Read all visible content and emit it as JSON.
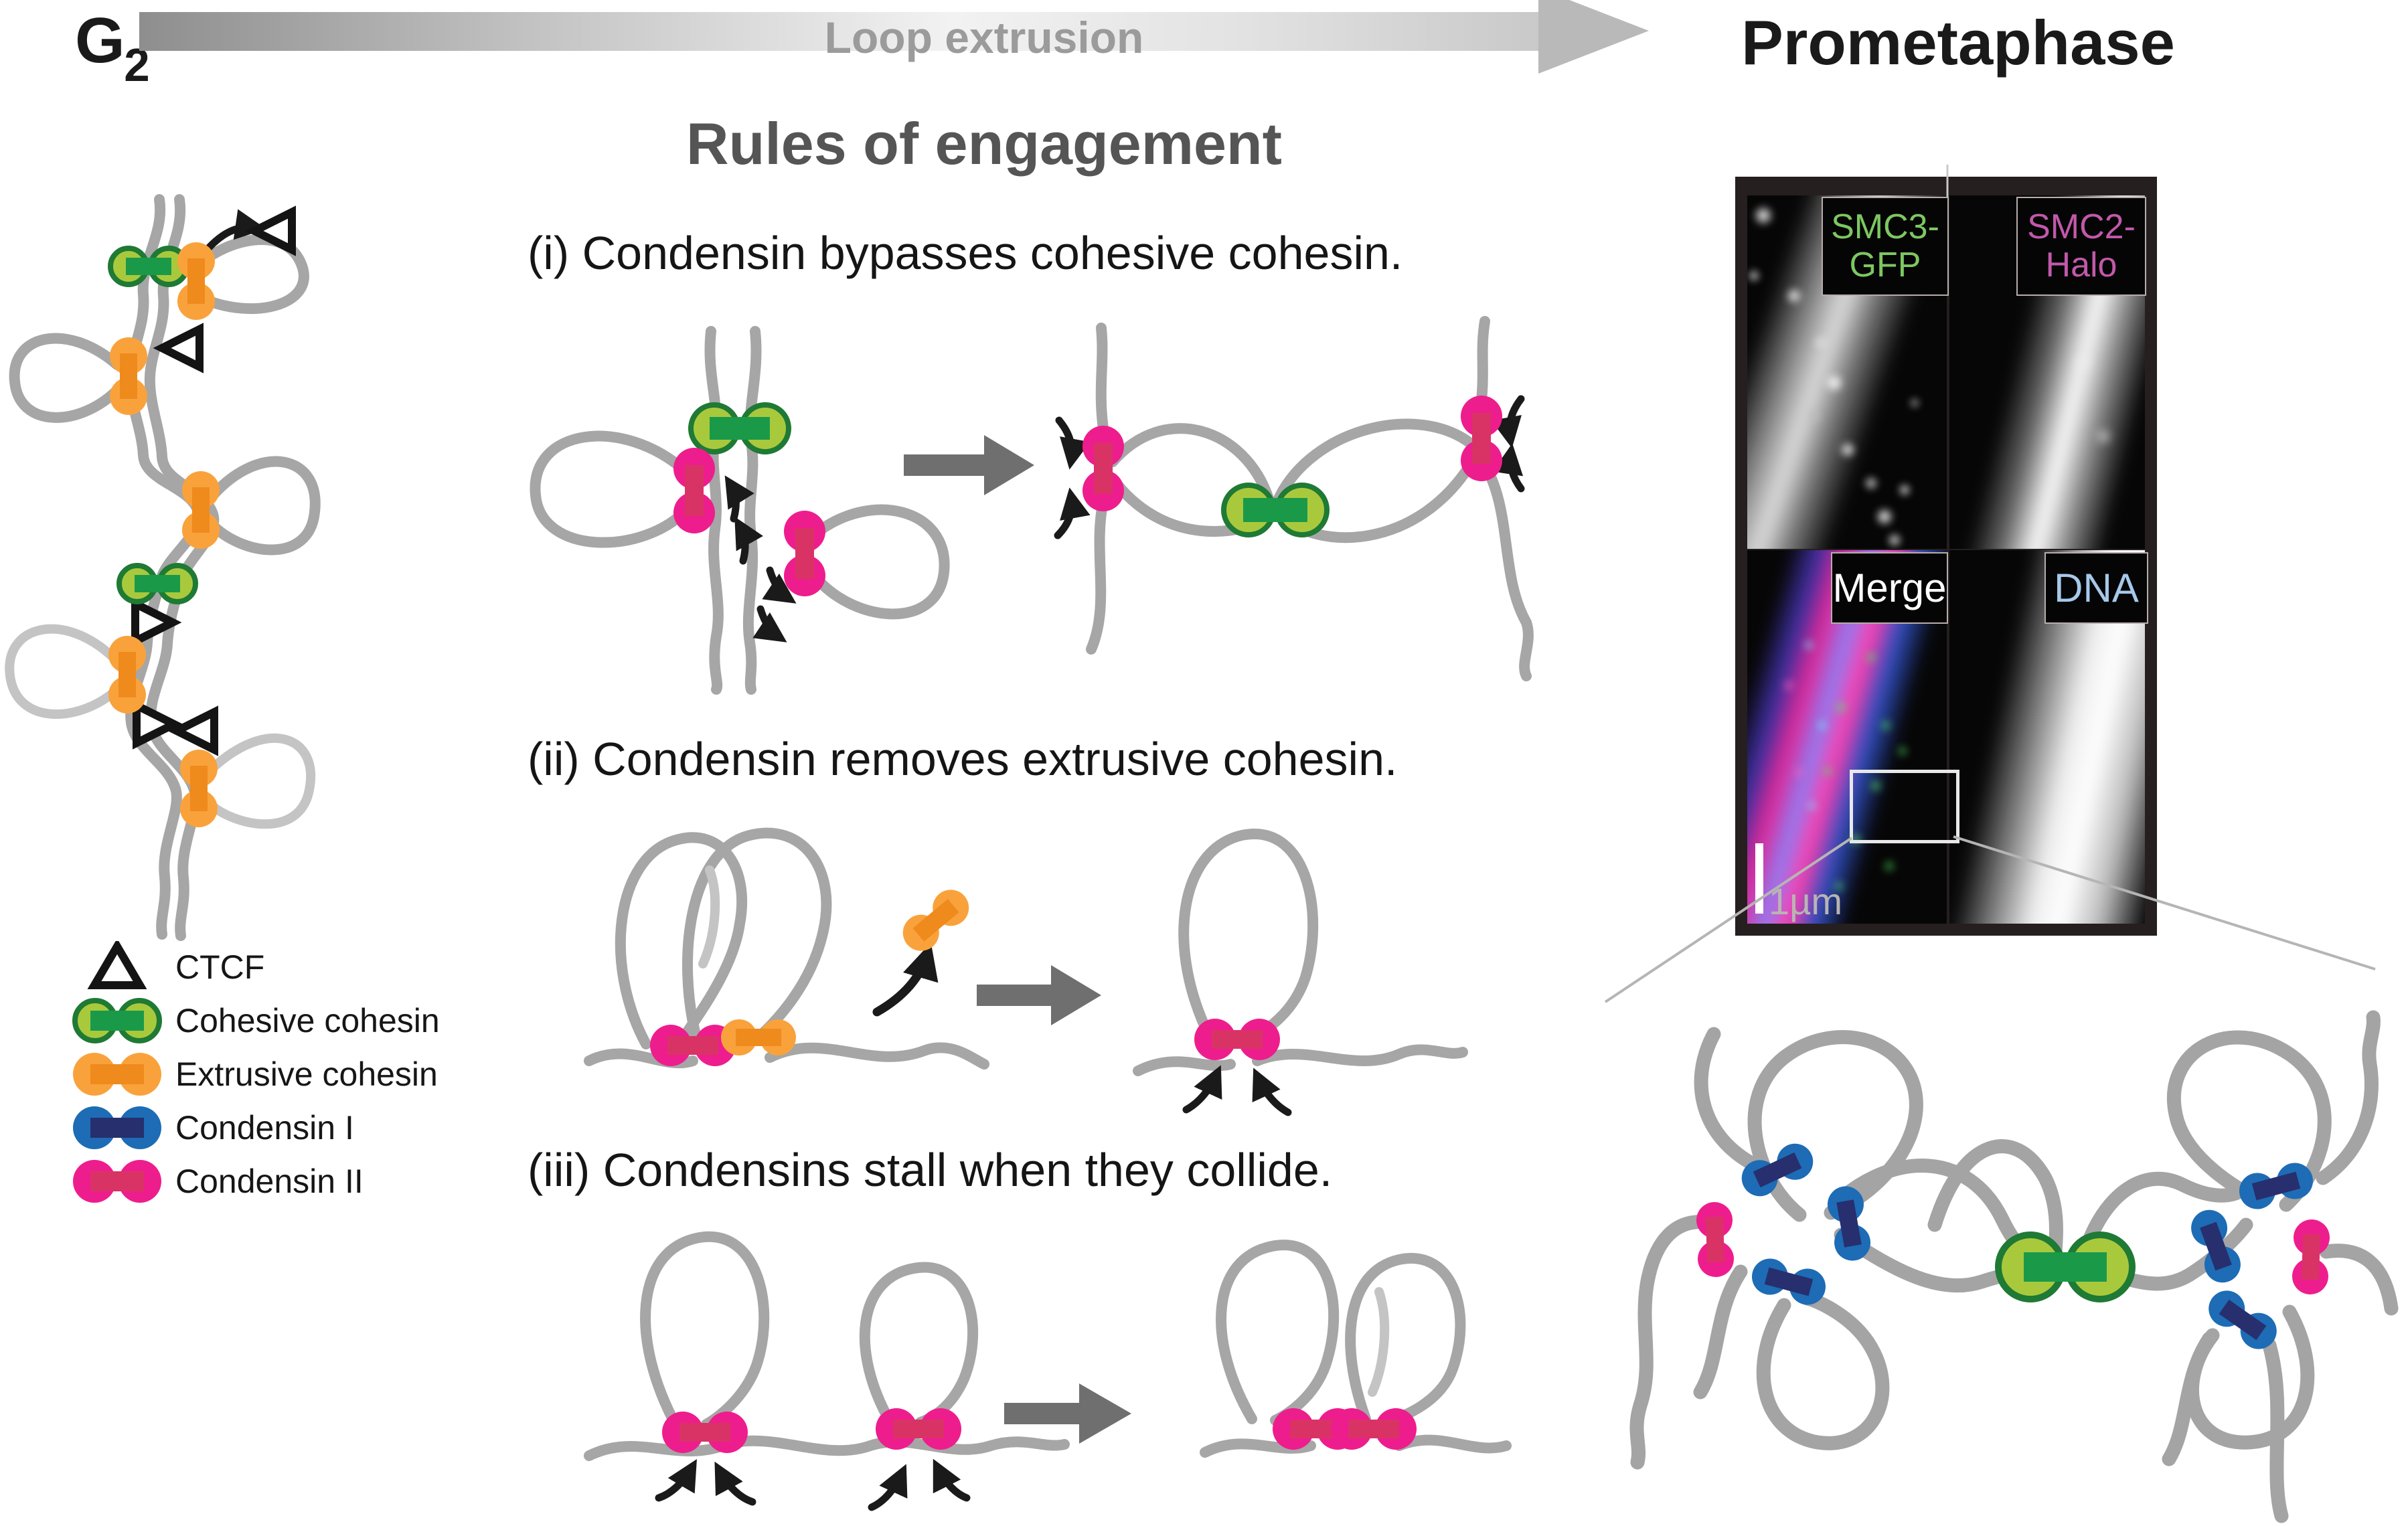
{
  "header": {
    "phase_start": "G",
    "phase_start_sub": "2",
    "arrow_label": "Loop extrusion",
    "phase_end": "Prometaphase"
  },
  "rules": {
    "title": "Rules of engagement",
    "items": [
      {
        "label": "(i) Condensin bypasses cohesive cohesin."
      },
      {
        "label": "(ii) Condensin removes extrusive cohesin."
      },
      {
        "label": "(iii) Condensins stall when they collide."
      }
    ]
  },
  "legend": {
    "items": [
      {
        "id": "ctcf",
        "label": "CTCF"
      },
      {
        "id": "cohesive-cohesin",
        "label": "Cohesive cohesin"
      },
      {
        "id": "extrusive-cohesin",
        "label": "Extrusive cohesin"
      },
      {
        "id": "condensin-1",
        "label": "Condensin I"
      },
      {
        "id": "condensin-2",
        "label": "Condensin II"
      }
    ]
  },
  "microscopy": {
    "labels": {
      "top_left": "SMC3-\nGFP",
      "top_right": "SMC2-\nHalo",
      "bottom_left": "Merge",
      "bottom_right": "DNA"
    },
    "scale_bar": "1µm"
  },
  "colors": {
    "ink": "#1a1a1a",
    "arrow_bar_gray": "#b9b9b9",
    "loop_extrusion_text": "#9b9b9b",
    "rules_title_gray": "#555555",
    "strand_gray": "#a6a6a6",
    "strand_gray_light": "#c4c4c4",
    "big_arrow_gray": "#6f6f6f",
    "connector_gray": "#b5b5b5",
    "cohesive_lobe": "#a9c93d",
    "cohesive_border": "#1e7a34",
    "cohesive_bar": "#1a9a49",
    "extrusive_lobe": "#f9a23b",
    "extrusive_bar": "#ef8a1d",
    "condensin1_lobe": "#1d6cb5",
    "condensin1_bar": "#272f6e",
    "condensin2_lobe": "#ee1d8d",
    "condensin2_bar": "#d93366",
    "panel_frame": "#261f1f",
    "smc3_label_green": "#7dc861",
    "smc2_label_magenta": "#c159ab",
    "merge_label_white": "#ffffff",
    "dna_label_blue": "#a6c8ea",
    "scalebar_text_gray": "#b9b4b4"
  }
}
